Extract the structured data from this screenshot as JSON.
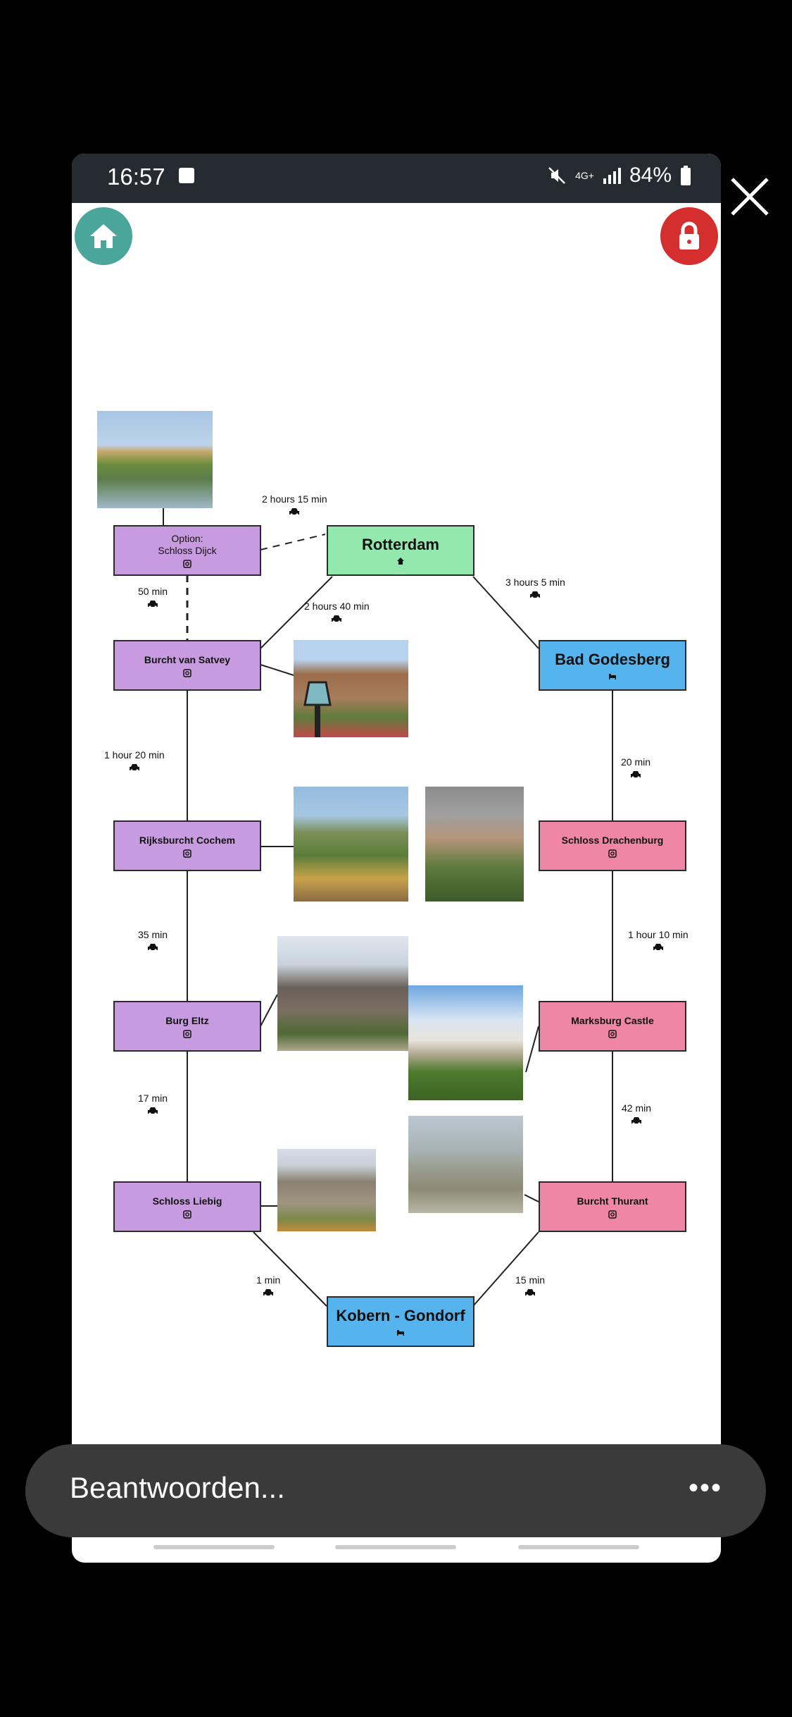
{
  "status_bar": {
    "time": "16:57",
    "network": "4G+",
    "battery": "84%"
  },
  "diagram": {
    "nodes": [
      {
        "id": "rotterdam",
        "label": "Rotterdam",
        "color": "#93e8ae"
      },
      {
        "id": "schloss_dijck",
        "label": "Option:\nSchloss Dijck",
        "color": "#c89be0"
      },
      {
        "id": "bad_godesberg",
        "label": "Bad Godesberg",
        "color": "#55b4ee"
      },
      {
        "id": "burcht_van_satvey",
        "label": "Burcht van Satvey",
        "color": "#c89be0"
      },
      {
        "id": "rijksburcht_cochem",
        "label": "Rijksburcht Cochem",
        "color": "#c89be0"
      },
      {
        "id": "schloss_drachenburg",
        "label": "Schloss Drachenburg",
        "color": "#ef86a8"
      },
      {
        "id": "burg_eltz",
        "label": "Burg Eltz",
        "color": "#c89be0"
      },
      {
        "id": "marksburg_castle",
        "label": "Marksburg Castle",
        "color": "#ef86a8"
      },
      {
        "id": "schloss_liebig",
        "label": "Schloss Liebig",
        "color": "#c89be0"
      },
      {
        "id": "burcht_thurant",
        "label": "Burcht Thurant",
        "color": "#ef86a8"
      },
      {
        "id": "kobern_gondorf",
        "label": "Kobern - Gondorf",
        "color": "#55b4ee"
      }
    ],
    "edge_labels": [
      {
        "id": "e_dijck_rotterdam",
        "text": "2 hours 15 min"
      },
      {
        "id": "e_rotterdam_satvey",
        "text": "2 hours 40 min"
      },
      {
        "id": "e_rotterdam_godesberg",
        "text": "3 hours 5 min"
      },
      {
        "id": "e_dijck_satvey",
        "text": "50 min"
      },
      {
        "id": "e_satvey_cochem",
        "text": "1 hour 20 min"
      },
      {
        "id": "e_godesberg_drachenburg",
        "text": "20 min"
      },
      {
        "id": "e_cochem_eltz",
        "text": "35 min"
      },
      {
        "id": "e_drachenburg_marksburg",
        "text": "1 hour 10 min"
      },
      {
        "id": "e_eltz_liebig",
        "text": "17 min"
      },
      {
        "id": "e_marksburg_thurant",
        "text": "42 min"
      },
      {
        "id": "e_liebig_kobern",
        "text": "1 min"
      },
      {
        "id": "e_thurant_kobern",
        "text": "15 min"
      }
    ]
  },
  "reply": {
    "placeholder": "Beantwoorden...",
    "more": "•••"
  },
  "colors": {
    "home": "#4aa69a",
    "lock": "#d42e2e"
  }
}
